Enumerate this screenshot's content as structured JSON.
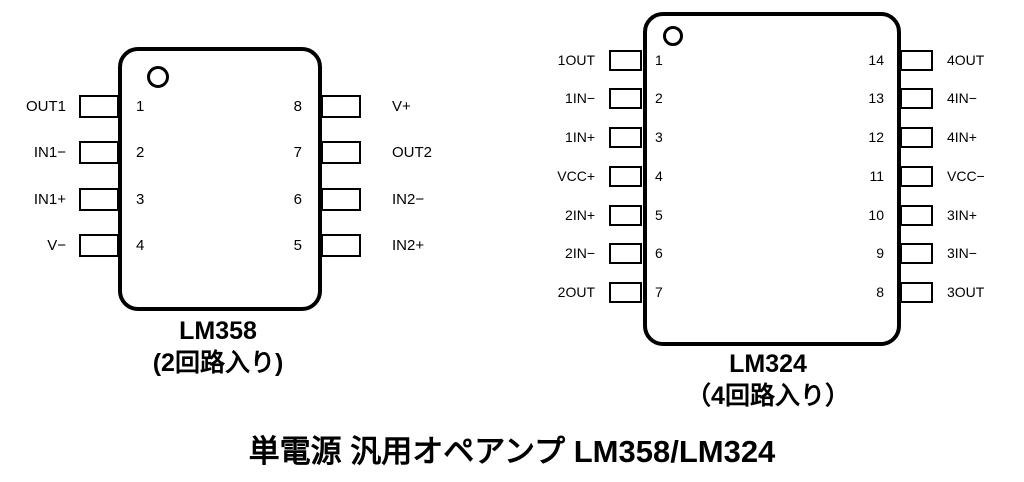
{
  "page_title": "単電源 汎用オペアンプ LM358/LM324",
  "chips": [
    {
      "name": "LM358",
      "variant_note": "(2回路入り)",
      "left_pins": [
        {
          "number": "1",
          "label": "OUT1"
        },
        {
          "number": "2",
          "label": "IN1−"
        },
        {
          "number": "3",
          "label": "IN1+"
        },
        {
          "number": "4",
          "label": "V−"
        }
      ],
      "right_pins": [
        {
          "number": "8",
          "label": "V+"
        },
        {
          "number": "7",
          "label": "OUT2"
        },
        {
          "number": "6",
          "label": "IN2−"
        },
        {
          "number": "5",
          "label": "IN2+"
        }
      ]
    },
    {
      "name": "LM324",
      "variant_note": "（4回路入り）",
      "left_pins": [
        {
          "number": "1",
          "label": "1OUT"
        },
        {
          "number": "2",
          "label": "1IN−"
        },
        {
          "number": "3",
          "label": "1IN+"
        },
        {
          "number": "4",
          "label": "VCC+"
        },
        {
          "number": "5",
          "label": "2IN+"
        },
        {
          "number": "6",
          "label": "2IN−"
        },
        {
          "number": "7",
          "label": "2OUT"
        }
      ],
      "right_pins": [
        {
          "number": "14",
          "label": "4OUT"
        },
        {
          "number": "13",
          "label": "4IN−"
        },
        {
          "number": "12",
          "label": "4IN+"
        },
        {
          "number": "11",
          "label": "VCC−"
        },
        {
          "number": "10",
          "label": "3IN+"
        },
        {
          "number": "9",
          "label": "3IN−"
        },
        {
          "number": "8",
          "label": "3OUT"
        }
      ]
    }
  ],
  "colors": {
    "ink": "#000000",
    "background": "#ffffff"
  }
}
